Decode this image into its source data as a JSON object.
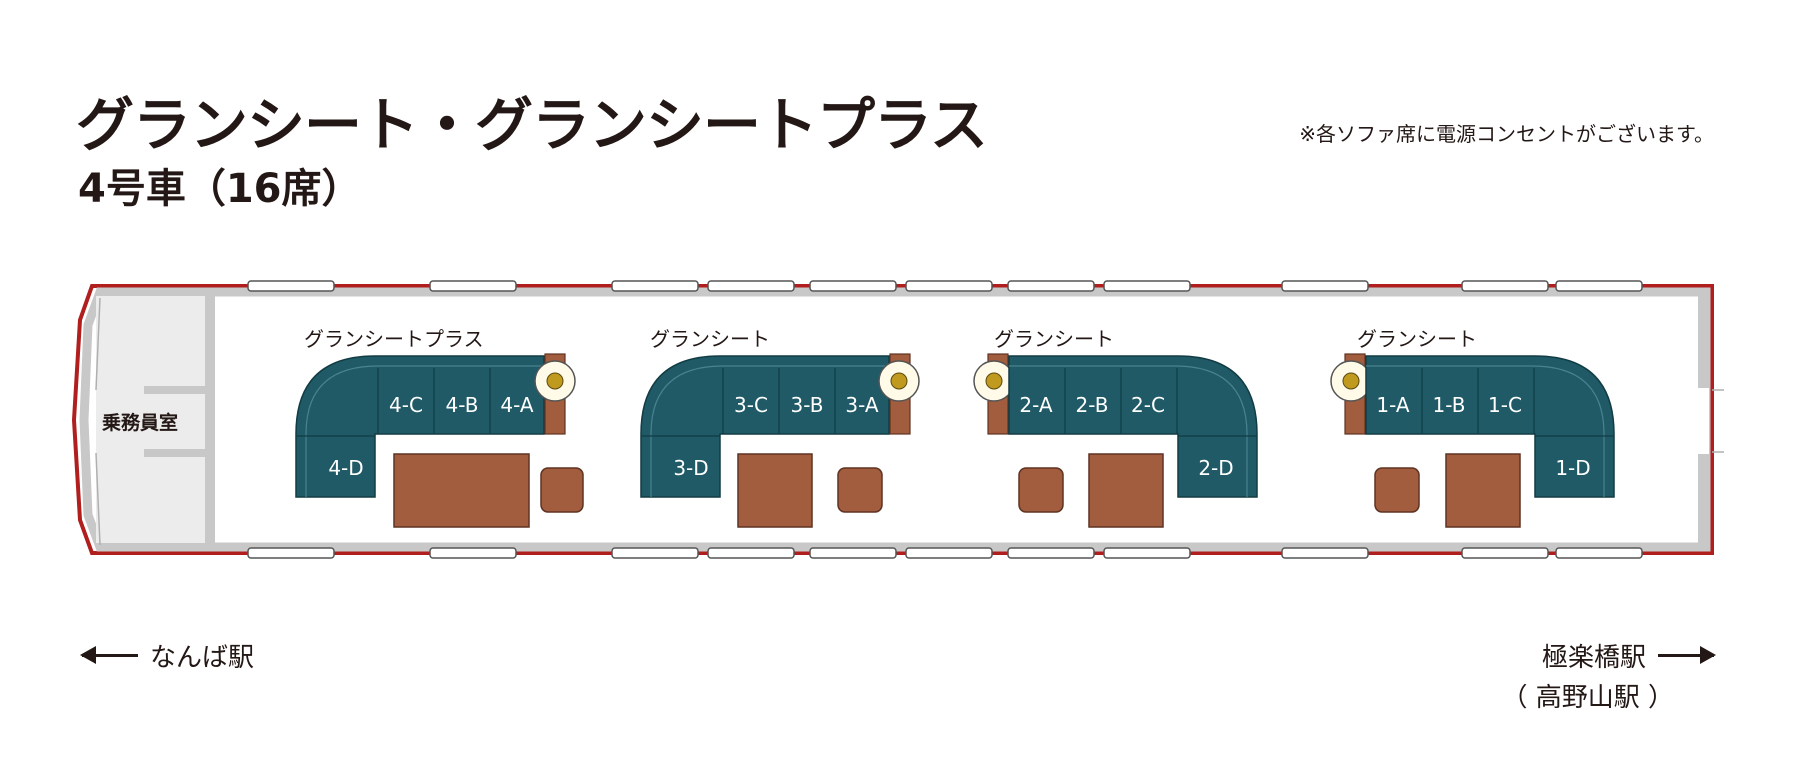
{
  "header": {
    "title": "グランシート・グランシートプラス",
    "subtitle": "4号車（16席）",
    "note": "※各ソファ席に電源コンセントがございます。"
  },
  "car": {
    "crew_room_label": "乗務員室",
    "sections": [
      {
        "label": "グランシートプラス",
        "seats": [
          "4-C",
          "4-B",
          "4-A",
          "4-D"
        ]
      },
      {
        "label": "グランシート",
        "seats": [
          "3-C",
          "3-B",
          "3-A",
          "3-D"
        ]
      },
      {
        "label": "グランシート",
        "seats": [
          "2-A",
          "2-B",
          "2-C",
          "2-D"
        ]
      },
      {
        "label": "グランシート",
        "seats": [
          "1-A",
          "1-B",
          "1-C",
          "1-D"
        ]
      }
    ]
  },
  "directions": {
    "left": "なんば駅",
    "right": "極楽橋駅",
    "right_sub": "（ 高野山駅 ）"
  },
  "colors": {
    "sofa": "#1f5a66",
    "table": "#a25c3e",
    "body_outline": "#b01e1e",
    "wall": "#c8c8c8",
    "outlet": "#c09a1e"
  }
}
